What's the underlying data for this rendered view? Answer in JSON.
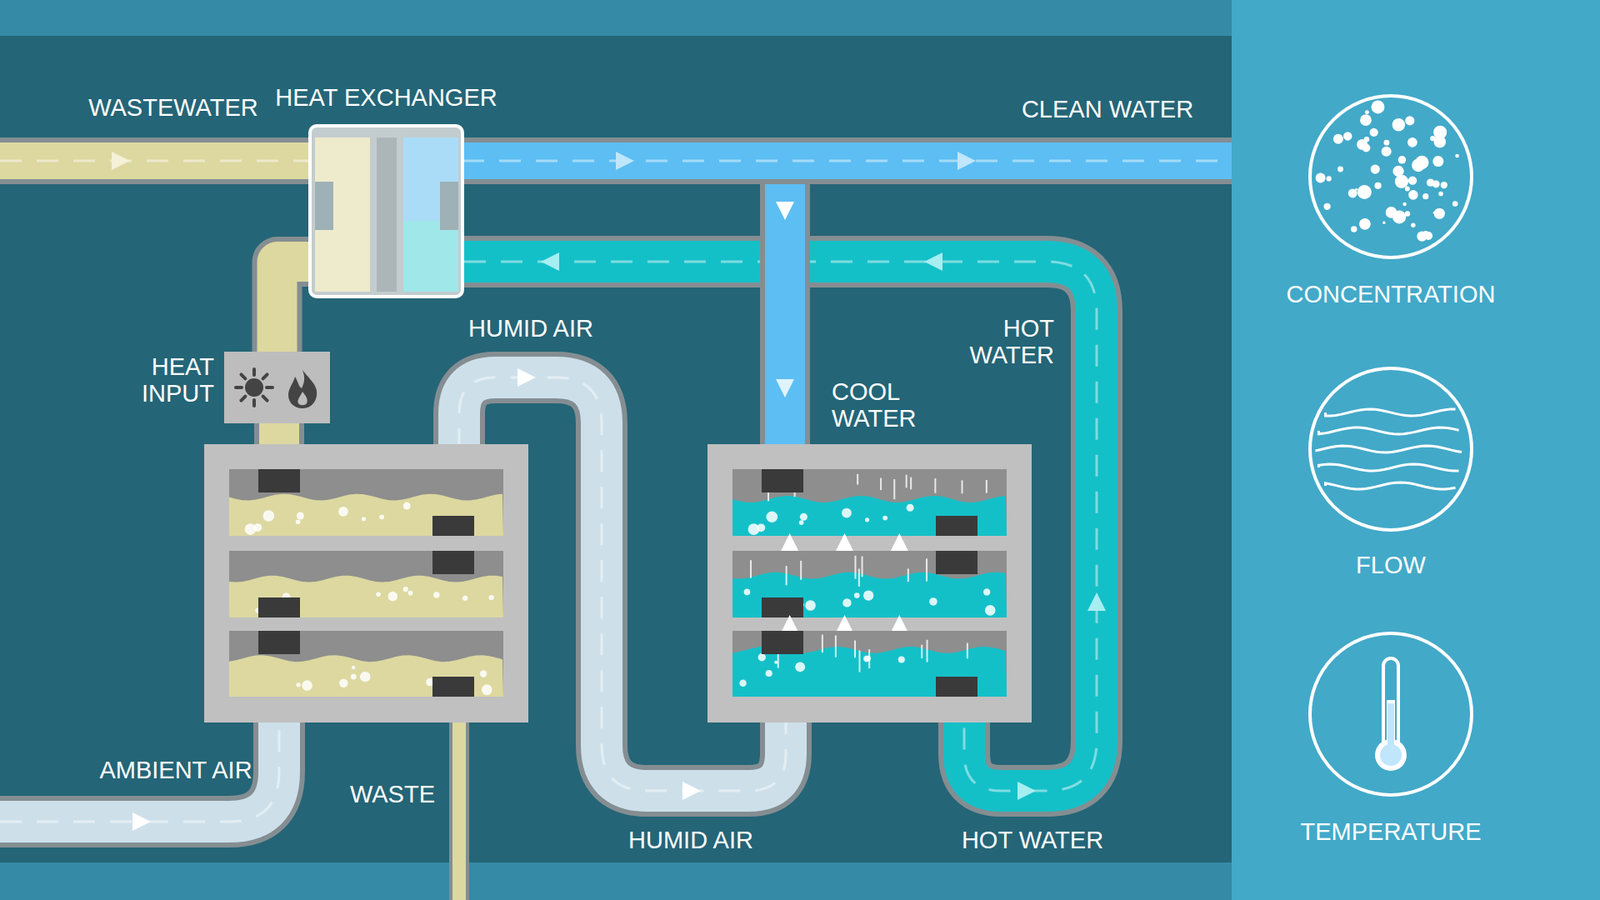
{
  "diagram": {
    "nodes": [
      {
        "text": [
          "HEAT EXCHANGER"
        ]
      },
      {
        "text": [
          "HEAT INPUT"
        ]
      }
    ],
    "edges": [
      {
        "from": 0,
        "to": 1,
        "arrow": "none"
      }
    ],
    "labels": [
      "WASTEWATER",
      "CLEAN WATER",
      "HUMID AIR",
      "COOL WATER",
      "HOT WATER",
      "AMBIENT AIR",
      "WASTE",
      "HUMID AIR",
      "HOT WATER"
    ],
    "legend": [
      {
        "text": "CONCENTRATION"
      },
      {
        "text": "FLOW"
      },
      {
        "text": "TEMPERATURE"
      }
    ]
  }
}
